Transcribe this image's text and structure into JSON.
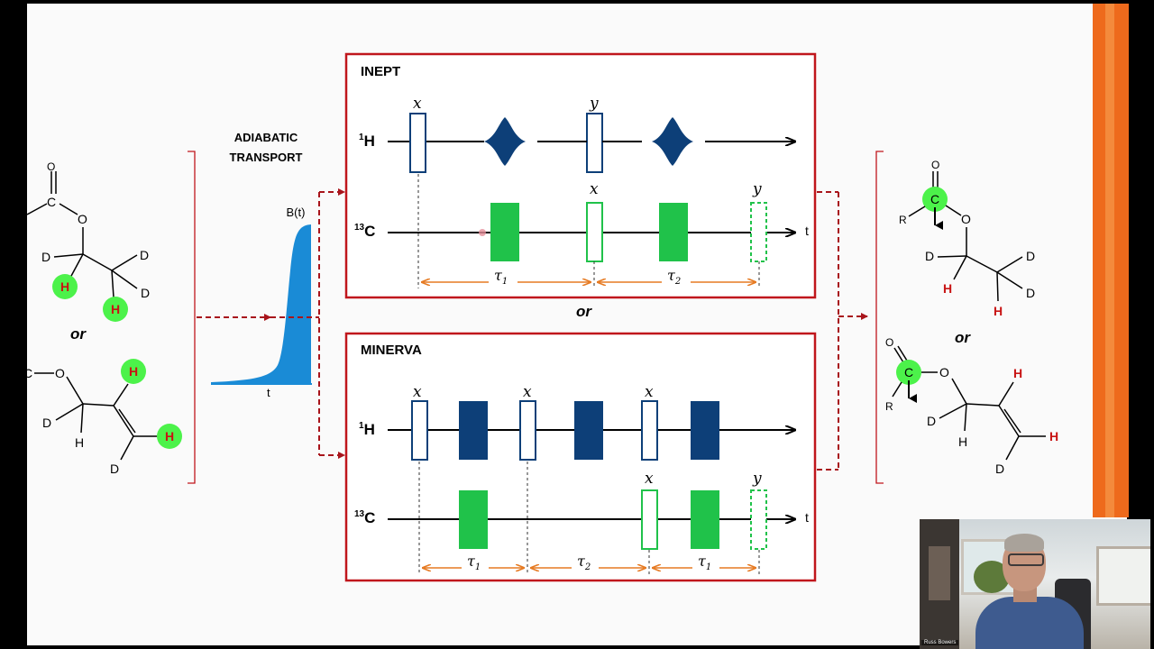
{
  "colors": {
    "frame_red": "#c0161c",
    "arrow_red": "#a8141b",
    "pulse_blue": "#0d3f78",
    "pulse_green": "#20c24a",
    "timing_orange": "#e67a22",
    "hyper_green": "#4cf24a",
    "hyper_h": "#c81414",
    "field_blue": "#1a8bd6",
    "orange_strip": "#ee6a1c"
  },
  "left": {
    "or_label": "or",
    "mol1": {
      "o_top": "O",
      "c": "C",
      "o_ring": "O",
      "d1": "D",
      "d2": "D",
      "d3": "D",
      "h1": "H",
      "h2": "H"
    },
    "mol2": {
      "c": "C",
      "o": "O",
      "h_top": "H",
      "d1": "D",
      "h_bottom": "H",
      "h_right": "H",
      "d2": "D"
    }
  },
  "transport": {
    "title_line1": "ADIABATIC",
    "title_line2": "TRANSPORT",
    "field_label": "B(t)",
    "time_label": "t"
  },
  "inept": {
    "title": "INEPT",
    "h_channel": {
      "sup": "1",
      "letter": "H"
    },
    "c_channel": {
      "sup": "13",
      "letter": "C"
    },
    "h_phases": [
      "x",
      "y"
    ],
    "c_phases": [
      "x",
      "y"
    ],
    "t_label": "t",
    "tau1": "τ",
    "tau1_sub": "1",
    "tau2": "τ",
    "tau2_sub": "2"
  },
  "between_or": "or",
  "minerva": {
    "title": "MINERVA",
    "h_channel": {
      "sup": "1",
      "letter": "H"
    },
    "c_channel": {
      "sup": "13",
      "letter": "C"
    },
    "h_phases": [
      "x",
      "x",
      "x"
    ],
    "c_phases": [
      "x",
      "y"
    ],
    "t_label": "t",
    "tau_a": "τ",
    "tau_a_sub": "1",
    "tau_b": "τ",
    "tau_b_sub": "2",
    "tau_c": "τ",
    "tau_c_sub": "1"
  },
  "right": {
    "or_label": "or",
    "mol1": {
      "o_top": "O",
      "c": "C",
      "r": "R",
      "o_ring": "O",
      "d1": "D",
      "d2": "D",
      "d3": "D",
      "h1": "H",
      "h2": "H"
    },
    "mol2": {
      "o_top": "O",
      "c": "C",
      "r": "R",
      "o": "O",
      "h_top": "H",
      "d1": "D",
      "h_bottom": "H",
      "h_right": "H",
      "d2": "D"
    }
  },
  "webcam": {
    "name_tag": "Russ Bowers"
  }
}
